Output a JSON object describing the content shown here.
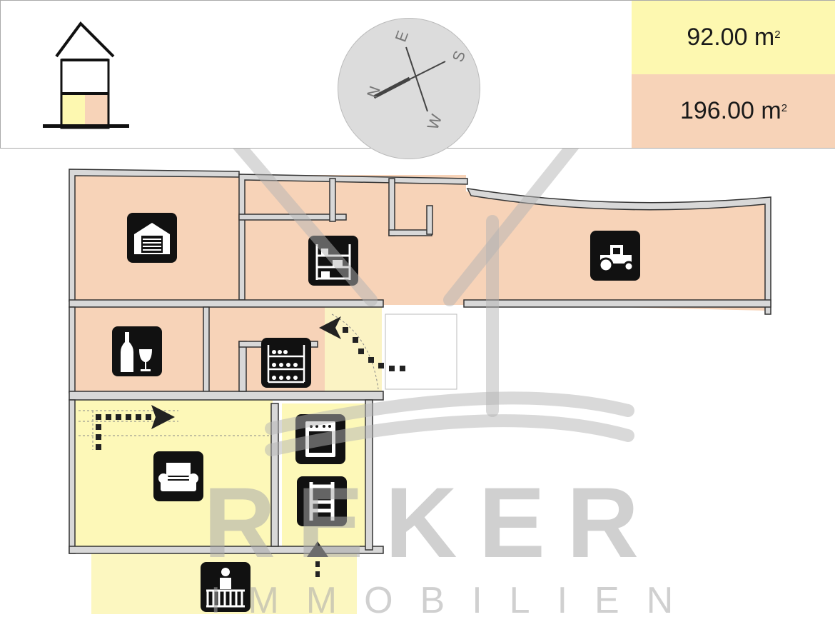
{
  "legend": {
    "upper_floor_area": "92.00 m",
    "ground_floor_area": "196.00 m",
    "unit_superscript": "2",
    "colors": {
      "upper": "#fdf8b0",
      "ground": "#f7d3b8"
    }
  },
  "compass": {
    "n": "N",
    "e": "E",
    "s": "S",
    "w": "W"
  },
  "watermark": {
    "line1": "REKER",
    "line2": "IMMOBILIEN"
  },
  "icons": [
    "garage-icon",
    "shelves-icon",
    "tractor-icon",
    "wine-icon",
    "wine-rack-icon",
    "stove-icon",
    "armchair-icon",
    "chair-icon",
    "balcony-icon"
  ]
}
